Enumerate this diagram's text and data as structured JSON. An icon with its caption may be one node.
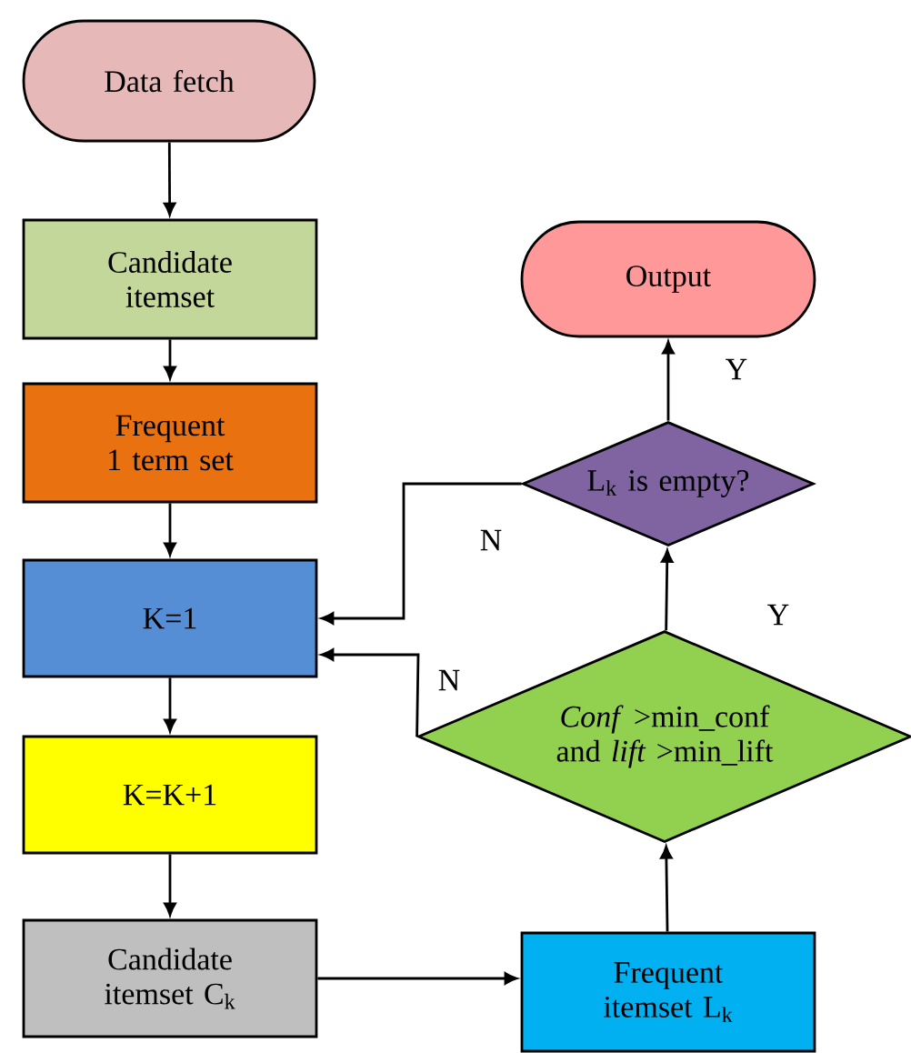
{
  "diagram": {
    "nodes": [
      {
        "text": [
          "Data fetch"
        ]
      },
      {
        "text": [
          "Candidate itemset"
        ]
      },
      {
        "text": [
          "Frequent 1 term set"
        ]
      },
      {
        "text": [
          "K=1"
        ]
      },
      {
        "text": [
          "K=K+1"
        ]
      },
      {
        "text": [
          "Candidate itemset C$_{k}$"
        ]
      },
      {
        "text": [
          "Frequent itemset L$_{k}$"
        ]
      },
      {
        "text": [
          "*Conf* >min_conf and *lift* >min_lift"
        ]
      },
      {
        "text": [
          "L$_{k}$ is empty?"
        ]
      },
      {
        "text": [
          "Output"
        ]
      }
    ],
    "edges": [
      {
        "from": 0,
        "to": 1,
        "arrow": "to"
      },
      {
        "from": 1,
        "to": 2,
        "arrow": "to"
      },
      {
        "from": 2,
        "to": 3,
        "arrow": "to"
      },
      {
        "from": 3,
        "to": 4,
        "arrow": "to"
      },
      {
        "from": 4,
        "to": 5,
        "arrow": "to"
      },
      {
        "from": 5,
        "to": 6,
        "arrow": "to"
      },
      {
        "from": 6,
        "to": 7,
        "arrow": "to"
      },
      {
        "from": 7,
        "to": 8,
        "arrow": "to",
        "label": "Y"
      },
      {
        "from": 8,
        "to": 9,
        "arrow": "to",
        "label": "Y"
      },
      {
        "from": 8,
        "to": 3,
        "arrow": "to",
        "label": "N"
      },
      {
        "from": 7,
        "to": 3,
        "arrow": "to",
        "label": "N"
      }
    ]
  }
}
